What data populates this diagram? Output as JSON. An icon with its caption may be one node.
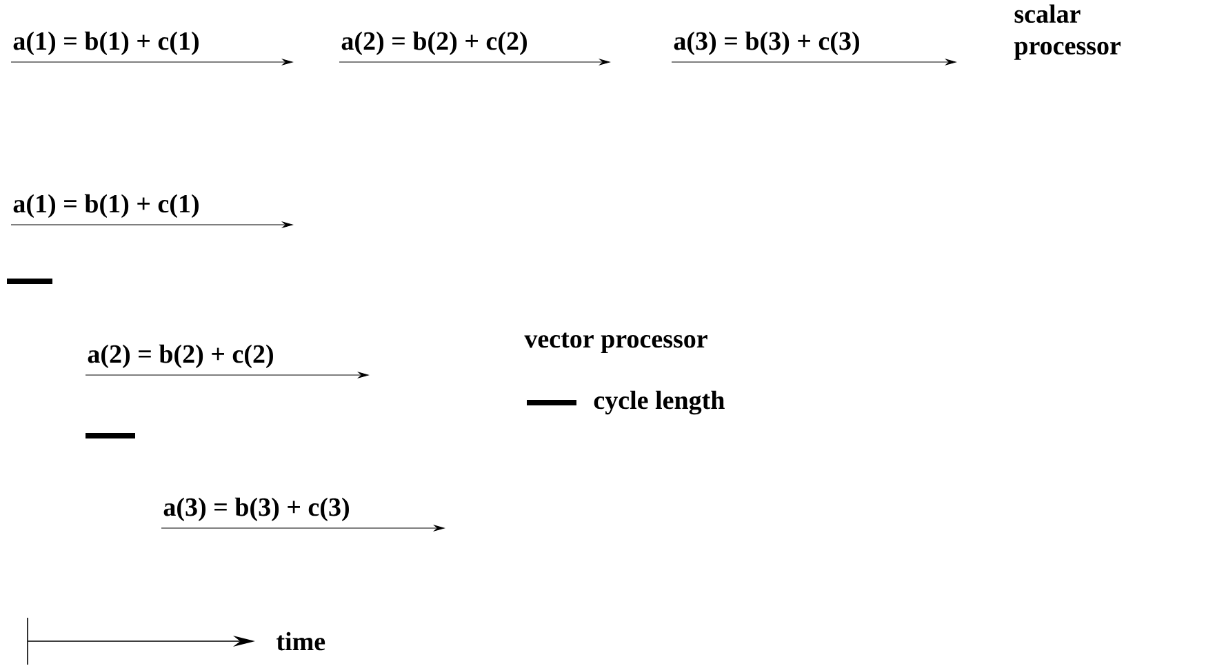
{
  "diagram": {
    "labels": [
      "a(1) = b(1) + c(1)",
      "a(2) = b(2) + c(2)",
      "a(3) = b(3) + c(3)",
      "scalar processor",
      "a(1) = b(1) + c(1)",
      "a(2) = b(2) + c(2)",
      "vector processor",
      "a(3) = b(3) + c(3)",
      "time"
    ],
    "legend": [
      {
        "text": "cycle length"
      }
    ]
  }
}
